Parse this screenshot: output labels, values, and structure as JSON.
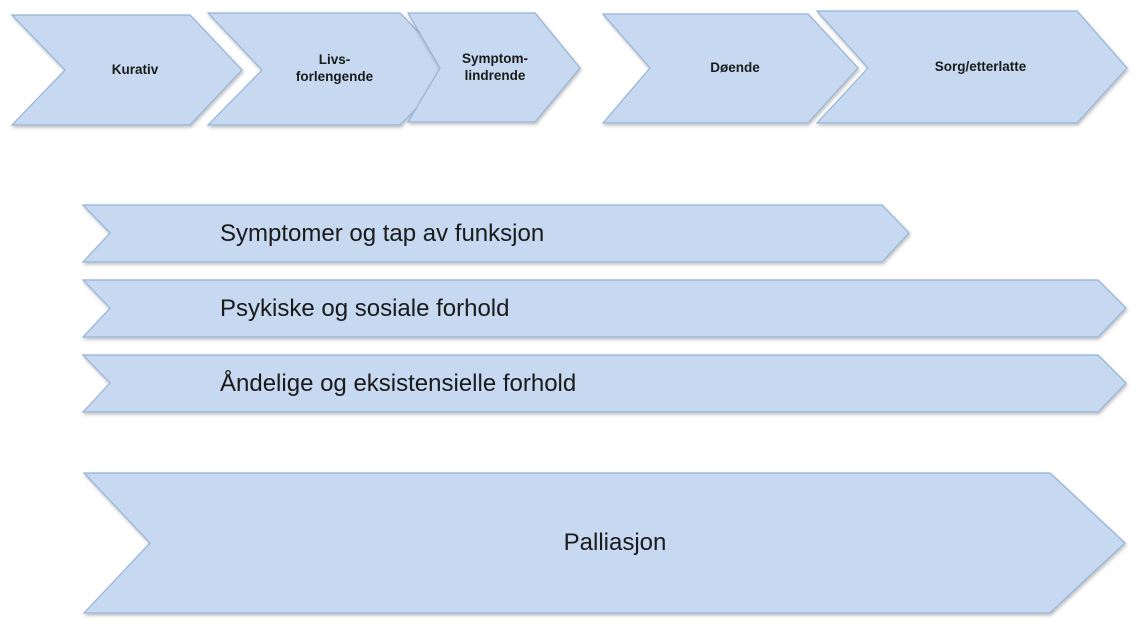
{
  "top_phases": [
    {
      "line1": "Kurativ",
      "line2": ""
    },
    {
      "line1": "Livs-",
      "line2": "forlengende"
    },
    {
      "line1": "Symptom-",
      "line2": "lindrende"
    },
    {
      "line1": "Døende",
      "line2": ""
    },
    {
      "line1": "Sorg/etterlatte",
      "line2": ""
    }
  ],
  "dimension_bars": [
    {
      "label": "Symptomer og tap av funksjon"
    },
    {
      "label": "Psykiske og sosiale forhold"
    },
    {
      "label": "Åndelige og eksistensielle forhold"
    }
  ],
  "overall": {
    "label": "Palliasjon"
  },
  "colors": {
    "fill": "#c6d9f0",
    "stroke": "#95b3d7",
    "text": "#1a1a1a"
  }
}
